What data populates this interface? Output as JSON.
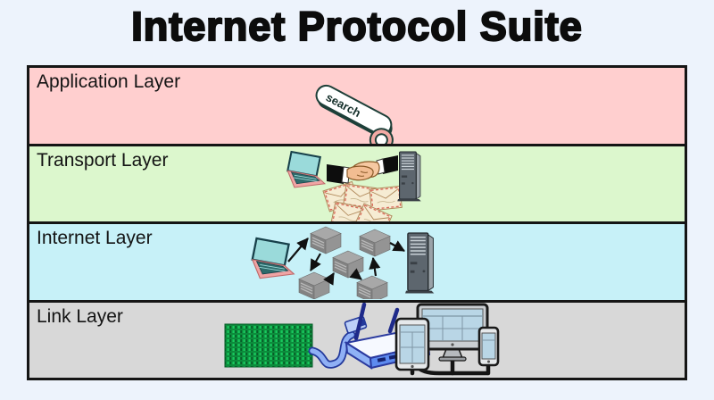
{
  "page": {
    "title": "Internet Protocol Suite",
    "background_color": "#edf3fc"
  },
  "diagram": {
    "border_color": "#151515",
    "search_text": "search",
    "layers": [
      {
        "label": "Application Layer",
        "color": "#ffcfcf",
        "illustration": "search-bar-icon"
      },
      {
        "label": "Transport Layer",
        "color": "#dcf7cd",
        "illustration": "laptop-icon, handshake-icon, letters-icon, server-icon"
      },
      {
        "label": "Internet Layer",
        "color": "#c7f1f8",
        "illustration": "laptop-icon, packet-nodes-icon, arrows, server-icon"
      },
      {
        "label": "Link Layer",
        "color": "#d8d8d8",
        "illustration": "binary-data-icon, ethernet-cable-icon, wifi-router-icon, devices-icon"
      }
    ]
  }
}
